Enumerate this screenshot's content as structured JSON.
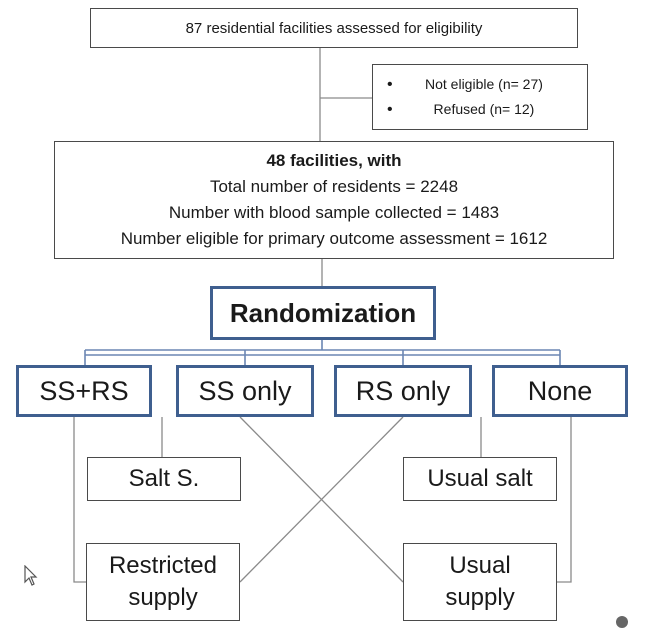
{
  "top": {
    "text": "87 residential facilities assessed for eligibility"
  },
  "exclusions": {
    "items": [
      "Not eligible (n= 27)",
      "Refused (n= 12)"
    ]
  },
  "facilities": {
    "heading": "48 facilities, with",
    "lines": [
      "Total number of residents = 2248",
      "Number with blood sample collected = 1483",
      "Number eligible for primary outcome assessment = 1612"
    ]
  },
  "randomization": {
    "label": "Randomization"
  },
  "arms": [
    {
      "label": "SS+RS"
    },
    {
      "label": "SS only"
    },
    {
      "label": "RS only"
    },
    {
      "label": "None"
    }
  ],
  "salt": {
    "salt_substitute": "Salt S.",
    "usual_salt": "Usual salt"
  },
  "supply": {
    "restricted": [
      "Restricted",
      "supply"
    ],
    "usual": [
      "Usual",
      "supply"
    ]
  },
  "icons": {
    "cursor": "mouse-pointer-icon",
    "dot": "scroll-dot-icon"
  },
  "colors": {
    "arm_border": "#3f5f8f",
    "connector": "#6b86b3",
    "line": "#8a8a8a"
  }
}
